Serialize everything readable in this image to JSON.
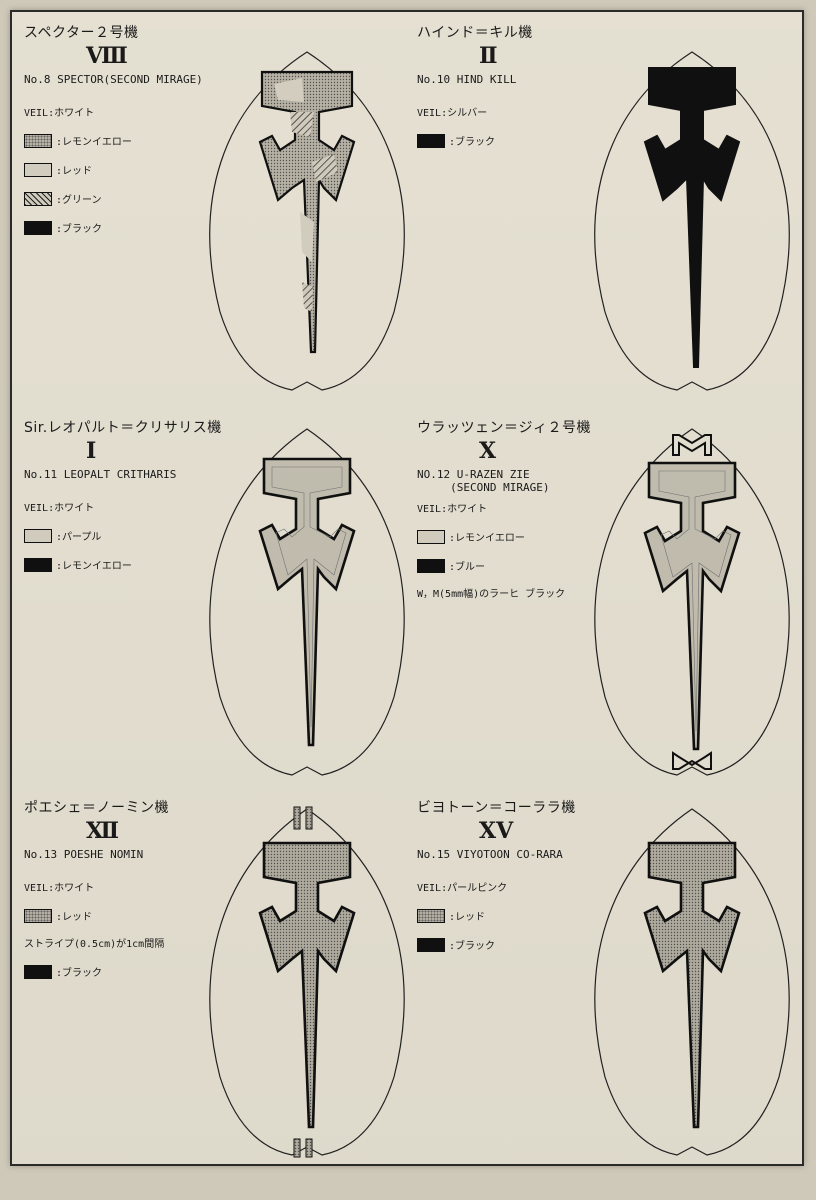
{
  "units": [
    {
      "name": "スペクター２号機",
      "roman": "Ⅷ",
      "number": "No.8 SPECTOR(SECOND MIRAGE)",
      "veil": "VEIL:ホワイト",
      "items": [
        {
          "swatch": "dotted",
          "label": ":レモンイエロー"
        },
        {
          "swatch": "light",
          "label": ":レッド"
        },
        {
          "swatch": "hatch",
          "label": ":グリーン"
        },
        {
          "swatch": "black",
          "label": ":ブラック"
        }
      ]
    },
    {
      "name": "ハインド＝キル機",
      "roman": "Ⅱ",
      "number": "No.10 HIND KILL",
      "veil": "VEIL:シルバー",
      "items": [
        {
          "swatch": "black",
          "label": ":ブラック"
        }
      ]
    },
    {
      "name": "Sir.レオパルト＝クリサリス機",
      "roman": "Ⅰ",
      "number": "No.11 LEOPALT CRITHARIS",
      "veil": "VEIL:ホワイト",
      "items": [
        {
          "swatch": "light",
          "label": ":パープル"
        },
        {
          "swatch": "black",
          "label": ":レモンイエロー"
        }
      ]
    },
    {
      "name": "ウラッツェン＝ジィ２号機",
      "roman": "Ⅹ",
      "number": "NO.12 U-RAZEN ZIE\n     (SECOND MIRAGE)",
      "veil": "VEIL:ホワイト",
      "items": [
        {
          "swatch": "light",
          "label": ":レモンイエロー"
        },
        {
          "swatch": "black",
          "label": ":ブルー"
        }
      ],
      "note": "W，M(5mm幅)のラーヒ ブラック"
    },
    {
      "name": "ポエシェ＝ノーミン機",
      "roman": "Ⅻ",
      "number": "No.13 POESHE NOMIN",
      "veil": "VEIL:ホワイト",
      "items": [
        {
          "swatch": "dotted",
          "label": ":レッド"
        },
        {
          "swatch": "black",
          "label": ":ブラック"
        }
      ],
      "note": "ストライプ(0.5cm)が1cm間隔"
    },
    {
      "name": "ビヨトーン＝コーララ機",
      "roman": "XV",
      "number": "No.15 VIYOTOON CO-RARA",
      "veil": "VEIL:パールピンク",
      "items": [
        {
          "swatch": "dotted",
          "label": ":レッド"
        },
        {
          "swatch": "black",
          "label": ":ブラック"
        }
      ]
    }
  ]
}
